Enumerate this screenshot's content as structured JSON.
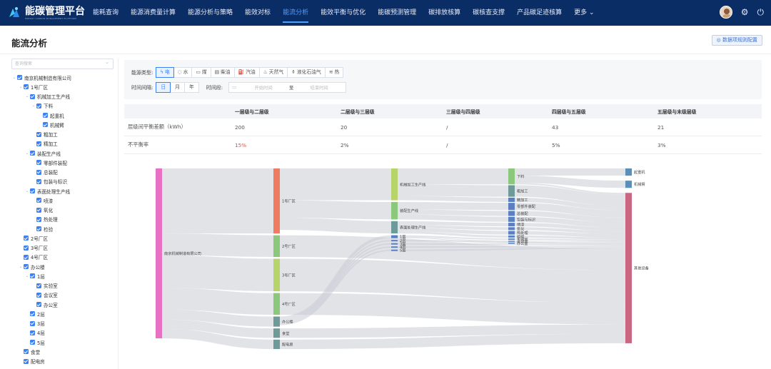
{
  "app": {
    "title": "能碳管理平台",
    "subtitle": "ENERGY CARBON MANAGEMENT PLATFORM"
  },
  "nav": [
    {
      "label": "能耗查询",
      "active": false
    },
    {
      "label": "能源消费量计算",
      "active": false
    },
    {
      "label": "能源分析与策略",
      "active": false
    },
    {
      "label": "能效对标",
      "active": false
    },
    {
      "label": "能流分析",
      "active": true
    },
    {
      "label": "能效平衡与优化",
      "active": false
    },
    {
      "label": "能碳预测管理",
      "active": false
    },
    {
      "label": "碳排放核算",
      "active": false
    },
    {
      "label": "碳核查支撑",
      "active": false
    },
    {
      "label": "产品碳足迹核算",
      "active": false
    },
    {
      "label": "更多 ⌄",
      "active": false
    }
  ],
  "icons": {
    "avatar": "user-avatar",
    "settings": "gear-icon",
    "power": "power-icon"
  },
  "page": {
    "title": "能流分析",
    "config_button": "◎ 数据项规则配置"
  },
  "sidebar": {
    "search_placeholder": "查询搜索",
    "tree": [
      {
        "label": "南京机械制造有限公司",
        "level": 0,
        "arrow": "⌄"
      },
      {
        "label": "1号厂区",
        "level": 1,
        "arrow": "⌄"
      },
      {
        "label": "机械加工生产线",
        "level": 2,
        "arrow": "⌄"
      },
      {
        "label": "下料",
        "level": 3,
        "arrow": "⌄"
      },
      {
        "label": "起重机",
        "level": 4,
        "arrow": ""
      },
      {
        "label": "机械臂",
        "level": 4,
        "arrow": ""
      },
      {
        "label": "粗加工",
        "level": 3,
        "arrow": ""
      },
      {
        "label": "精加工",
        "level": 3,
        "arrow": ""
      },
      {
        "label": "装配生产线",
        "level": 2,
        "arrow": "⌄"
      },
      {
        "label": "零部件装配",
        "level": 3,
        "arrow": ""
      },
      {
        "label": "总装配",
        "level": 3,
        "arrow": ""
      },
      {
        "label": "包装与标识",
        "level": 3,
        "arrow": ""
      },
      {
        "label": "表面处理生产线",
        "level": 2,
        "arrow": "⌄"
      },
      {
        "label": "喷漆",
        "level": 3,
        "arrow": ""
      },
      {
        "label": "氧化",
        "level": 3,
        "arrow": ""
      },
      {
        "label": "热处理",
        "level": 3,
        "arrow": ""
      },
      {
        "label": "检验",
        "level": 3,
        "arrow": ""
      },
      {
        "label": "2号厂区",
        "level": 1,
        "arrow": ""
      },
      {
        "label": "3号厂区",
        "level": 1,
        "arrow": ""
      },
      {
        "label": "4号厂区",
        "level": 1,
        "arrow": ""
      },
      {
        "label": "办公楼",
        "level": 1,
        "arrow": "⌄"
      },
      {
        "label": "1层",
        "level": 2,
        "arrow": "⌄"
      },
      {
        "label": "实验室",
        "level": 3,
        "arrow": ""
      },
      {
        "label": "会议室",
        "level": 3,
        "arrow": ""
      },
      {
        "label": "办公室",
        "level": 3,
        "arrow": ""
      },
      {
        "label": "2层",
        "level": 2,
        "arrow": ""
      },
      {
        "label": "3层",
        "level": 2,
        "arrow": ""
      },
      {
        "label": "4层",
        "level": 2,
        "arrow": ""
      },
      {
        "label": "5层",
        "level": 2,
        "arrow": ""
      },
      {
        "label": "食堂",
        "level": 1,
        "arrow": ""
      },
      {
        "label": "配电房",
        "level": 1,
        "arrow": ""
      }
    ]
  },
  "filters": {
    "energy_label": "能源类型:",
    "energy_types": [
      {
        "icon": "lightning-icon",
        "glyph": "ϟ",
        "label": "电",
        "active": true
      },
      {
        "icon": "water-drop-icon",
        "glyph": "◌",
        "label": "水",
        "active": false
      },
      {
        "icon": "coal-icon",
        "glyph": "▭",
        "label": "煤",
        "active": false
      },
      {
        "icon": "diesel-icon",
        "glyph": "▤",
        "label": "柴油",
        "active": false
      },
      {
        "icon": "gasoline-icon",
        "glyph": "⛽",
        "label": "汽油",
        "active": false
      },
      {
        "icon": "flame-icon",
        "glyph": "♨",
        "label": "天然气",
        "active": false
      },
      {
        "icon": "lpg-icon",
        "glyph": "⚱",
        "label": "液化石油气",
        "active": false
      },
      {
        "icon": "heat-icon",
        "glyph": "≋",
        "label": "热",
        "active": false
      }
    ],
    "interval_label": "时间间隔:",
    "intervals": [
      {
        "label": "日",
        "active": true
      },
      {
        "label": "月",
        "active": false
      },
      {
        "label": "年",
        "active": false
      }
    ],
    "period_label": "时间段:",
    "start_placeholder": "开始时间",
    "range_sep": "至",
    "end_placeholder": "结束时间"
  },
  "table": {
    "headers": [
      "",
      "一层级与二层级",
      "二层级与三层级",
      "三层级与四层级",
      "四层级与五层级",
      "五层级与末级层级"
    ],
    "rows": [
      {
        "cells": [
          "层级间平衡差额（kWh）",
          "200",
          "20",
          "/",
          "43",
          "21"
        ],
        "highlight": []
      },
      {
        "cells": [
          "不平衡率",
          "15%",
          "2%",
          "/",
          "5%",
          "3%"
        ],
        "highlight": [
          1
        ]
      }
    ]
  },
  "chart_data": {
    "type": "sankey",
    "nodes": [
      {
        "name": "南京机械制造有限公司",
        "label": "南京机械制造有限公司",
        "level": 0,
        "color": "#e871c4"
      },
      {
        "name": "1号厂区",
        "label": "1号厂区",
        "level": 1,
        "color": "#ef7b61"
      },
      {
        "name": "2号厂区",
        "label": "2号厂区",
        "level": 1,
        "color": "#8bc87c"
      },
      {
        "name": "3号厂区",
        "label": "3号厂区",
        "level": 1,
        "color": "#b7d46a"
      },
      {
        "name": "4号厂区",
        "label": "4号厂区",
        "level": 1,
        "color": "#8bc87c"
      },
      {
        "name": "办公楼",
        "label": "办公楼",
        "level": 1,
        "color": "#6f9a9a"
      },
      {
        "name": "食堂",
        "label": "食堂",
        "level": 1,
        "color": "#6f9a9a"
      },
      {
        "name": "配电房",
        "label": "配电房",
        "level": 1,
        "color": "#6f9a9a"
      },
      {
        "name": "机械加工生产线",
        "label": "机械加工生产线",
        "level": 2,
        "color": "#b7d46a"
      },
      {
        "name": "装配生产线",
        "label": "装配生产线",
        "level": 2,
        "color": "#8bc87c"
      },
      {
        "name": "表面处理生产线",
        "label": "表面处理生产线",
        "level": 2,
        "color": "#6f9a9a"
      },
      {
        "name": "1层",
        "label": "1层",
        "level": 2,
        "color": "#5b7fc0"
      },
      {
        "name": "2层",
        "label": "2层",
        "level": 2,
        "color": "#5b7fc0"
      },
      {
        "name": "3层",
        "label": "3层",
        "level": 2,
        "color": "#5b7fc0"
      },
      {
        "name": "4层",
        "label": "4层",
        "level": 2,
        "color": "#5b7fc0"
      },
      {
        "name": "5层",
        "label": "5层",
        "level": 2,
        "color": "#5b7fc0"
      },
      {
        "name": "下料",
        "label": "下料",
        "level": 3,
        "color": "#8bc87c"
      },
      {
        "name": "粗加工",
        "label": "粗加工",
        "level": 3,
        "color": "#6f9a9a"
      },
      {
        "name": "精加工",
        "label": "精加工",
        "level": 3,
        "color": "#5b7fc0"
      },
      {
        "name": "零部件装配",
        "label": "零部件装配",
        "level": 3,
        "color": "#5b7fc0"
      },
      {
        "name": "总装配",
        "label": "总装配",
        "level": 3,
        "color": "#5b7fc0"
      },
      {
        "name": "包装与标识",
        "label": "包装与标识",
        "level": 3,
        "color": "#5b7fc0"
      },
      {
        "name": "喷漆",
        "label": "喷漆",
        "level": 3,
        "color": "#5b7fc0"
      },
      {
        "name": "氧化",
        "label": "氧化",
        "level": 3,
        "color": "#5b7fc0"
      },
      {
        "name": "热处理",
        "label": "热处理",
        "level": 3,
        "color": "#5b7fc0"
      },
      {
        "name": "检验",
        "label": "检验",
        "level": 3,
        "color": "#5b7fc0"
      },
      {
        "name": "实验室",
        "label": "实验室",
        "level": 3,
        "color": "#5b7fc0"
      },
      {
        "name": "会议室",
        "label": "会议室",
        "level": 3,
        "color": "#5b7fc0"
      },
      {
        "name": "办公室",
        "label": "办公室",
        "level": 3,
        "color": "#5b7fc0"
      },
      {
        "name": "起重机",
        "label": "起重机",
        "level": 4,
        "color": "#5b8fb5"
      },
      {
        "name": "机械臂",
        "label": "机械臂",
        "level": 4,
        "color": "#5b8fb5"
      },
      {
        "name": "其他设备",
        "label": "其他设备",
        "level": 4,
        "color": "#c96781"
      }
    ],
    "links": [
      {
        "source": "南京机械制造有限公司",
        "target": "1号厂区",
        "value": 90
      },
      {
        "source": "南京机械制造有限公司",
        "target": "2号厂区",
        "value": 30
      },
      {
        "source": "南京机械制造有限公司",
        "target": "3号厂区",
        "value": 45
      },
      {
        "source": "南京机械制造有限公司",
        "target": "4号厂区",
        "value": 30
      },
      {
        "source": "南京机械制造有限公司",
        "target": "办公楼",
        "value": 14
      },
      {
        "source": "南京机械制造有限公司",
        "target": "食堂",
        "value": 13
      },
      {
        "source": "南京机械制造有限公司",
        "target": "配电房",
        "value": 13
      },
      {
        "source": "1号厂区",
        "target": "机械加工生产线",
        "value": 44
      },
      {
        "source": "1号厂区",
        "target": "装配生产线",
        "value": 24
      },
      {
        "source": "1号厂区",
        "target": "表面处理生产线",
        "value": 17
      },
      {
        "source": "办公楼",
        "target": "1层",
        "value": 4
      },
      {
        "source": "办公楼",
        "target": "2层",
        "value": 2
      },
      {
        "source": "办公楼",
        "target": "3层",
        "value": 2
      },
      {
        "source": "办公楼",
        "target": "4层",
        "value": 2
      },
      {
        "source": "办公楼",
        "target": "5层",
        "value": 2
      },
      {
        "source": "机械加工生产线",
        "target": "下料",
        "value": 22
      },
      {
        "source": "机械加工生产线",
        "target": "粗加工",
        "value": 16
      },
      {
        "source": "机械加工生产线",
        "target": "精加工",
        "value": 6
      },
      {
        "source": "装配生产线",
        "target": "零部件装配",
        "value": 10
      },
      {
        "source": "装配生产线",
        "target": "总装配",
        "value": 7
      },
      {
        "source": "装配生产线",
        "target": "包装与标识",
        "value": 7
      },
      {
        "source": "表面处理生产线",
        "target": "喷漆",
        "value": 5
      },
      {
        "source": "表面处理生产线",
        "target": "氧化",
        "value": 4
      },
      {
        "source": "表面处理生产线",
        "target": "热处理",
        "value": 5
      },
      {
        "source": "表面处理生产线",
        "target": "检验",
        "value": 3
      },
      {
        "source": "1层",
        "target": "实验室",
        "value": 2
      },
      {
        "source": "1层",
        "target": "会议室",
        "value": 1
      },
      {
        "source": "1层",
        "target": "办公室",
        "value": 1
      },
      {
        "source": "下料",
        "target": "起重机",
        "value": 10
      },
      {
        "source": "下料",
        "target": "机械臂",
        "value": 10
      },
      {
        "source": "下料",
        "target": "其他设备",
        "value": 2
      },
      {
        "source": "粗加工",
        "target": "其他设备",
        "value": 16
      },
      {
        "source": "精加工",
        "target": "其他设备",
        "value": 6
      },
      {
        "source": "零部件装配",
        "target": "其他设备",
        "value": 10
      },
      {
        "source": "总装配",
        "target": "其他设备",
        "value": 7
      },
      {
        "source": "包装与标识",
        "target": "其他设备",
        "value": 7
      },
      {
        "source": "喷漆",
        "target": "其他设备",
        "value": 5
      },
      {
        "source": "氧化",
        "target": "其他设备",
        "value": 4
      },
      {
        "source": "热处理",
        "target": "其他设备",
        "value": 5
      },
      {
        "source": "检验",
        "target": "其他设备",
        "value": 3
      },
      {
        "source": "实验室",
        "target": "其他设备",
        "value": 2
      },
      {
        "source": "会议室",
        "target": "其他设备",
        "value": 1
      },
      {
        "source": "办公室",
        "target": "其他设备",
        "value": 1
      },
      {
        "source": "2层",
        "target": "其他设备",
        "value": 2
      },
      {
        "source": "3层",
        "target": "其他设备",
        "value": 2
      },
      {
        "source": "4层",
        "target": "其他设备",
        "value": 2
      },
      {
        "source": "5层",
        "target": "其他设备",
        "value": 2
      },
      {
        "source": "2号厂区",
        "target": "其他设备",
        "value": 30
      },
      {
        "source": "3号厂区",
        "target": "其他设备",
        "value": 45
      },
      {
        "source": "4号厂区",
        "target": "其他设备",
        "value": 30
      },
      {
        "source": "食堂",
        "target": "其他设备",
        "value": 13
      },
      {
        "source": "配电房",
        "target": "其他设备",
        "value": 13
      }
    ]
  }
}
